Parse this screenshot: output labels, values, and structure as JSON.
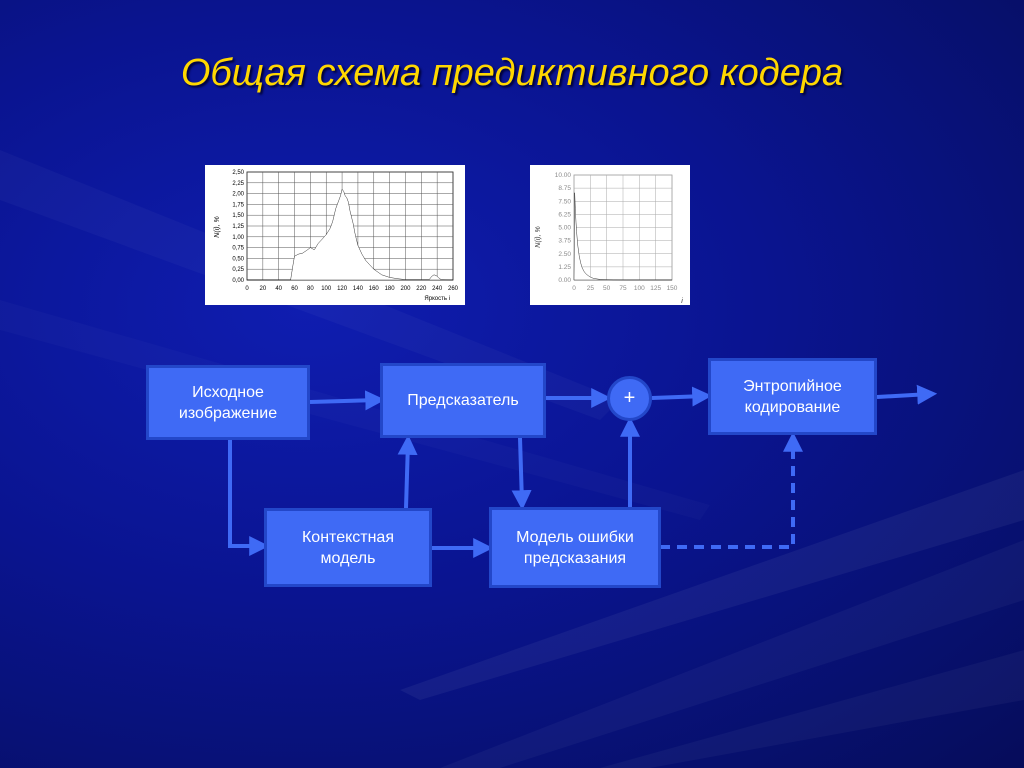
{
  "slide": {
    "title": "Общая схема предиктивного кодера"
  },
  "chart_data": [
    {
      "type": "area",
      "title": "",
      "xlabel": "Яркость i",
      "ylabel": "N(i), %",
      "xlim": [
        0,
        260
      ],
      "ylim": [
        0,
        2.5
      ],
      "x_ticks": [
        "0",
        "20",
        "40",
        "60",
        "80",
        "100",
        "120",
        "140",
        "160",
        "180",
        "200",
        "220",
        "240",
        "260"
      ],
      "y_ticks": [
        "0,00",
        "0,25",
        "0,50",
        "0,75",
        "1,00",
        "1,25",
        "1,50",
        "1,75",
        "2,00",
        "2,25",
        "2,50"
      ],
      "grid": true,
      "x": [
        0,
        55,
        58,
        60,
        65,
        70,
        75,
        80,
        85,
        90,
        95,
        100,
        105,
        108,
        110,
        112,
        114,
        116,
        118,
        120,
        122,
        124,
        126,
        128,
        130,
        132,
        134,
        136,
        138,
        140,
        145,
        150,
        155,
        160,
        170,
        180,
        190,
        200,
        230,
        233,
        236,
        239,
        242,
        245,
        260
      ],
      "y": [
        0,
        0,
        0.35,
        0.55,
        0.6,
        0.62,
        0.68,
        0.75,
        0.7,
        0.85,
        0.95,
        1.05,
        1.2,
        1.35,
        1.5,
        1.65,
        1.75,
        1.85,
        1.95,
        2.1,
        2.05,
        1.95,
        1.9,
        1.8,
        1.6,
        1.45,
        1.3,
        1.1,
        0.95,
        0.8,
        0.6,
        0.45,
        0.35,
        0.25,
        0.12,
        0.06,
        0.03,
        0.01,
        0.01,
        0.08,
        0.12,
        0.1,
        0.05,
        0.01,
        0
      ]
    },
    {
      "type": "area",
      "title": "",
      "xlabel": "i",
      "ylabel": "N(i), %",
      "xlim": [
        0,
        150
      ],
      "ylim": [
        0,
        10
      ],
      "x_ticks": [
        "0",
        "25",
        "50",
        "75",
        "100",
        "125",
        "150"
      ],
      "y_ticks": [
        "0.00",
        "1.25",
        "2.50",
        "3.75",
        "5.00",
        "6.25",
        "7.50",
        "8.75",
        "10.00"
      ],
      "grid": true,
      "x": [
        0,
        1,
        2,
        3,
        4,
        5,
        6,
        8,
        10,
        12,
        15,
        18,
        22,
        26,
        30,
        40,
        50,
        60,
        80,
        100,
        150
      ],
      "y": [
        0,
        8.3,
        6.8,
        5.5,
        4.6,
        3.8,
        3.2,
        2.3,
        1.7,
        1.25,
        0.85,
        0.6,
        0.4,
        0.25,
        0.15,
        0.06,
        0.03,
        0.01,
        0,
        0,
        0
      ]
    }
  ],
  "diagram": {
    "source_image": "Исходное\nизображение",
    "predictor": "Предсказатель",
    "sum": "+",
    "entropy_coding": "Энтропийное\nкодирование",
    "context_model": "Контекстная\nмодель",
    "error_model": "Модель ошибки\nпредсказания"
  },
  "colors": {
    "background": "#0a1490",
    "title": "#ffd700",
    "box_fill": "#3f6af5",
    "box_border": "#2347c9",
    "arrow": "#3f6af5"
  }
}
